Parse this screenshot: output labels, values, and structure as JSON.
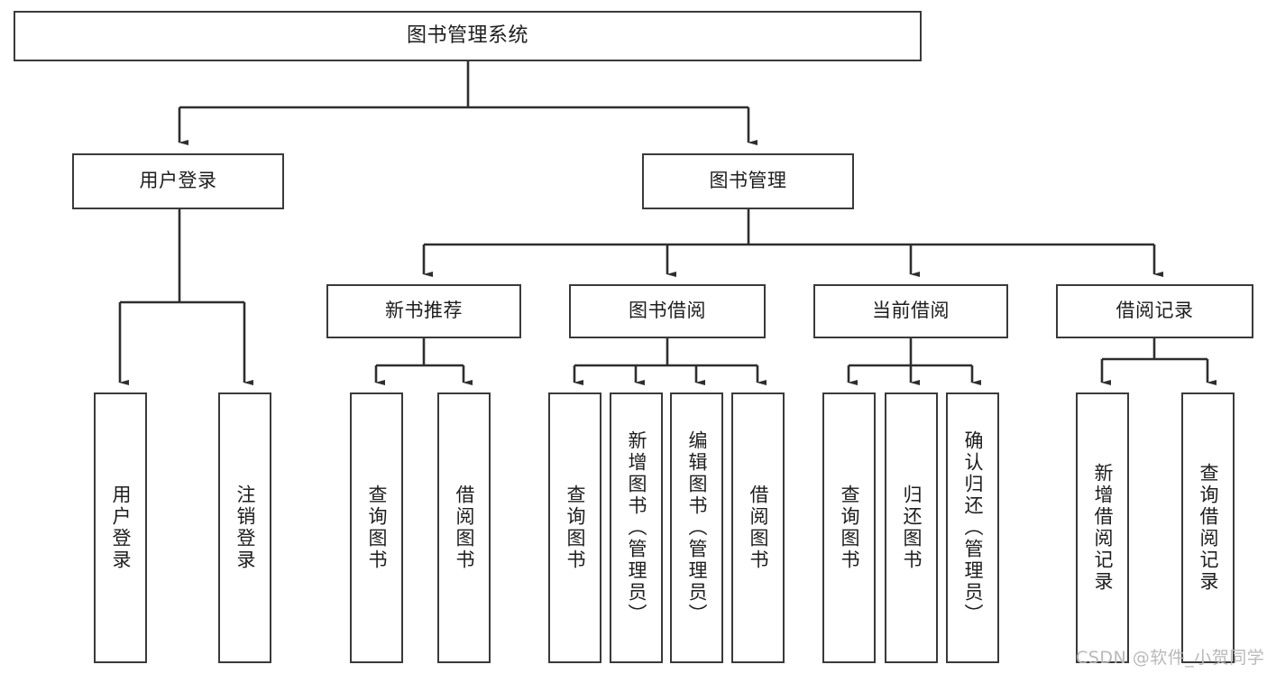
{
  "diagram": {
    "type": "tree-hierarchy",
    "title": "图书管理系统",
    "watermark": "CSDN @软件_小贺同学",
    "colors": {
      "stroke": "#3a3a3a",
      "box_fill": "#ffffff",
      "text": "#1d1d1d",
      "watermark": "#b9b9b9",
      "background": "#ffffff"
    },
    "levels": {
      "root": {
        "label": "图书管理系统"
      },
      "level2": [
        {
          "id": "user-login",
          "label": "用户登录"
        },
        {
          "id": "book-management",
          "label": "图书管理"
        }
      ],
      "level3": [
        {
          "id": "new-book-recommend",
          "label": "新书推荐",
          "parent": "book-management"
        },
        {
          "id": "book-borrow",
          "label": "图书借阅",
          "parent": "book-management"
        },
        {
          "id": "current-borrow",
          "label": "当前借阅",
          "parent": "book-management"
        },
        {
          "id": "borrow-record",
          "label": "借阅记录",
          "parent": "book-management"
        }
      ],
      "leaves": [
        {
          "id": "leaf-user-login",
          "label": "用户登录",
          "parent": "user-login"
        },
        {
          "id": "leaf-logout-login",
          "label": "注销登录",
          "parent": "user-login"
        },
        {
          "id": "leaf-query-book-1",
          "label": "查询图书",
          "parent": "new-book-recommend"
        },
        {
          "id": "leaf-borrow-book-1",
          "label": "借阅图书",
          "parent": "new-book-recommend"
        },
        {
          "id": "leaf-query-book-2",
          "label": "查询图书",
          "parent": "book-borrow"
        },
        {
          "id": "leaf-add-book",
          "label": "新增图书（管理员）",
          "parent": "book-borrow"
        },
        {
          "id": "leaf-edit-book",
          "label": "编辑图书（管理员）",
          "parent": "book-borrow"
        },
        {
          "id": "leaf-borrow-book-2",
          "label": "借阅图书",
          "parent": "book-borrow"
        },
        {
          "id": "leaf-query-book-3",
          "label": "查询图书",
          "parent": "current-borrow"
        },
        {
          "id": "leaf-return-book",
          "label": "归还图书",
          "parent": "current-borrow"
        },
        {
          "id": "leaf-confirm-return",
          "label": "确认归还（管理员）",
          "parent": "current-borrow"
        },
        {
          "id": "leaf-add-record",
          "label": "新增借阅记录",
          "parent": "borrow-record"
        },
        {
          "id": "leaf-query-record",
          "label": "查询借阅记录",
          "parent": "borrow-record"
        }
      ]
    }
  }
}
